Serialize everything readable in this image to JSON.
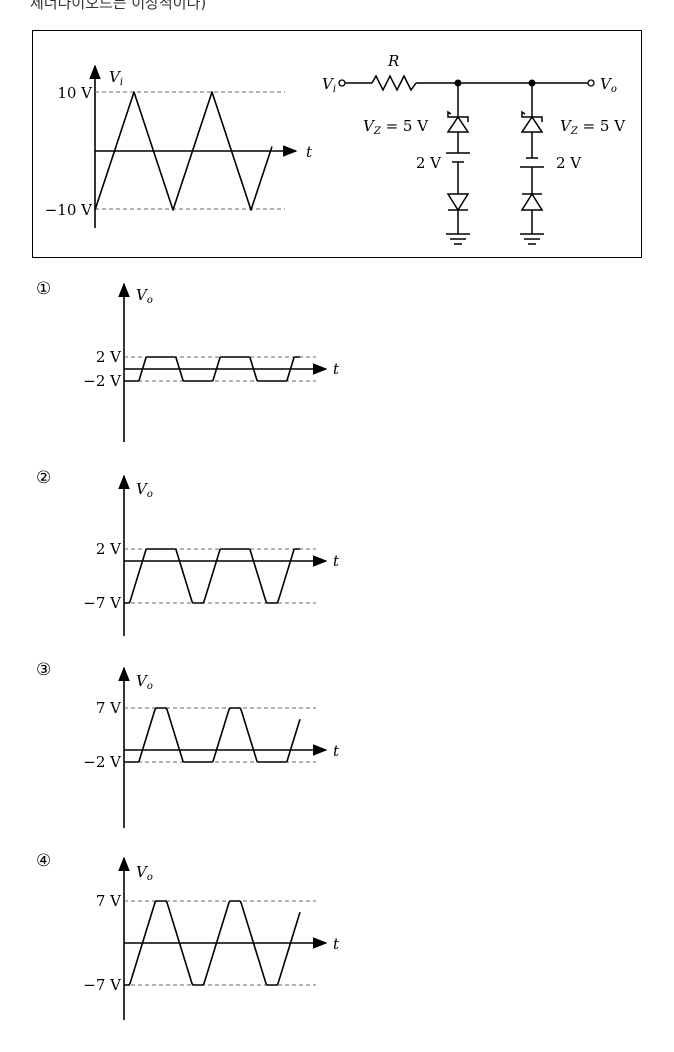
{
  "header_text": "제너다이오드는 이상적이다)",
  "given": {
    "graph": {
      "y_axis_label": "V",
      "y_axis_sub": "i",
      "x_axis_label": "t",
      "top_value": "10 V",
      "bottom_value": "−10 V",
      "peak": 10,
      "trough": -10
    },
    "circuit": {
      "resistor_label": "R",
      "input_label": "V",
      "input_sub": "i",
      "output_label": "V",
      "output_sub": "o",
      "zener_left_label": "V",
      "zener_left_sub": "Z",
      "zener_left_value": " = 5 V",
      "zener_right_label": "V",
      "zener_right_sub": "Z",
      "zener_right_value": " = 5 V",
      "battery_left_label": "2 V",
      "battery_right_label": "2 V"
    }
  },
  "options": [
    {
      "number": "①",
      "y_axis_label": "V",
      "y_axis_sub": "o",
      "x_axis_label": "t",
      "top_label": "2 V",
      "bottom_label": "−2 V",
      "top_value": 2,
      "bottom_value": -2
    },
    {
      "number": "②",
      "y_axis_label": "V",
      "y_axis_sub": "o",
      "x_axis_label": "t",
      "top_label": "2 V",
      "bottom_label": "−7 V",
      "top_value": 2,
      "bottom_value": -7
    },
    {
      "number": "③",
      "y_axis_label": "V",
      "y_axis_sub": "o",
      "x_axis_label": "t",
      "top_label": "7 V",
      "bottom_label": "−2 V",
      "top_value": 7,
      "bottom_value": -2
    },
    {
      "number": "④",
      "y_axis_label": "V",
      "y_axis_sub": "o",
      "x_axis_label": "t",
      "top_label": "7 V",
      "bottom_label": "−7 V",
      "top_value": 7,
      "bottom_value": -7
    }
  ]
}
